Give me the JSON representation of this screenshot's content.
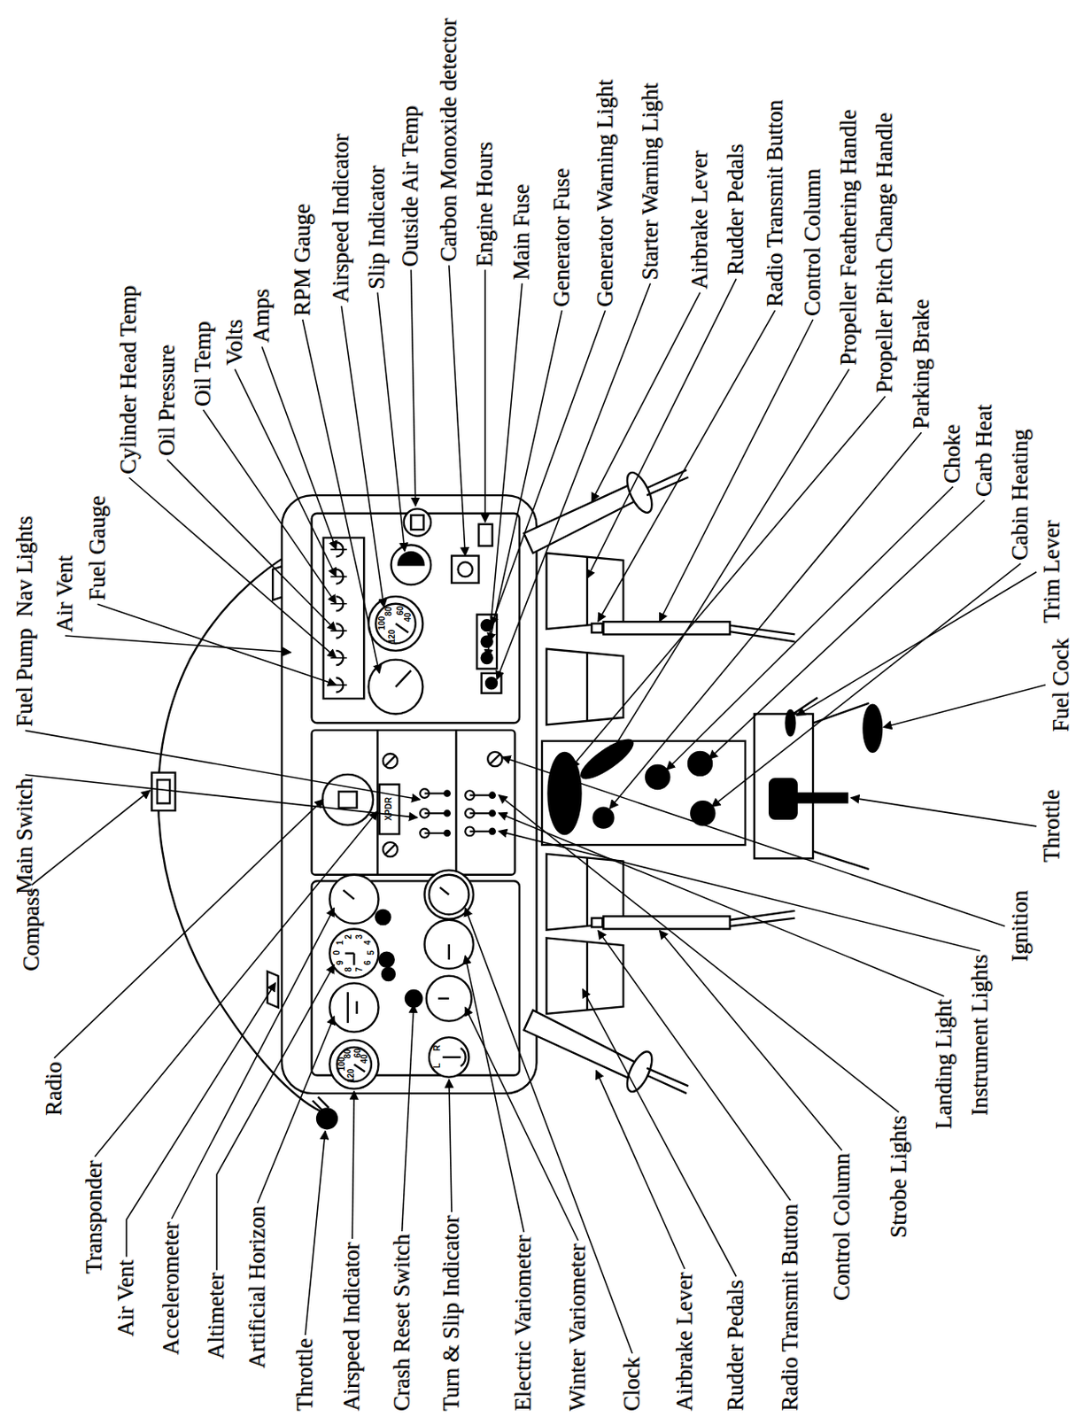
{
  "diagram": {
    "labels": [
      "Fuel Pump  Nav Lights",
      "Air Vent",
      "Fuel Gauge",
      "Cylinder Head Temp",
      "Oil Pressure",
      "Oil Temp",
      "Volts",
      "Amps",
      "RPM Gauge",
      "Airspeed Indicator",
      "Slip Indicator",
      "Outside Air Temp",
      "Carbon Monoxide detector",
      "Engine Hours",
      "Main Fuse",
      "Generator Fuse",
      "Generator Warning Light",
      "Starter Warning Light",
      "Airbrake Lever",
      "Rudder Pedals",
      "Radio Transmit Button",
      "Control Column",
      "Propeller Feathering Handle",
      "Propeller Pitch Change Handle",
      "Parking Brake",
      "Choke",
      "Carb Heat",
      "Cabin Heating",
      "Trim Lever",
      "Fuel Cock",
      "Throttle",
      "Ignition",
      "Instrument Lights",
      "Landing Light",
      "Strobe Lights",
      "Control Column",
      "Radio Transmit Button",
      "Rudder Pedals",
      "Airbrake Lever",
      "Clock",
      "Winter Variometer",
      "Electric Variometer",
      "Turn & Slip Indicator",
      "Crash Reset Switch",
      "Airspeed Indicator",
      "Throttle",
      "Artificial Horizon",
      "Altimeter",
      "Accelerometer",
      "Air Vent",
      "Transponder",
      "Radio",
      "Compass",
      "Main Switch",
      "100",
      "120",
      "80",
      "60",
      "40",
      "100",
      "120",
      "80",
      "60",
      "40",
      "XPDR",
      "L",
      "R",
      "0",
      "1",
      "2",
      "3",
      "4",
      "5",
      "6",
      "7",
      "8",
      "9"
    ]
  }
}
